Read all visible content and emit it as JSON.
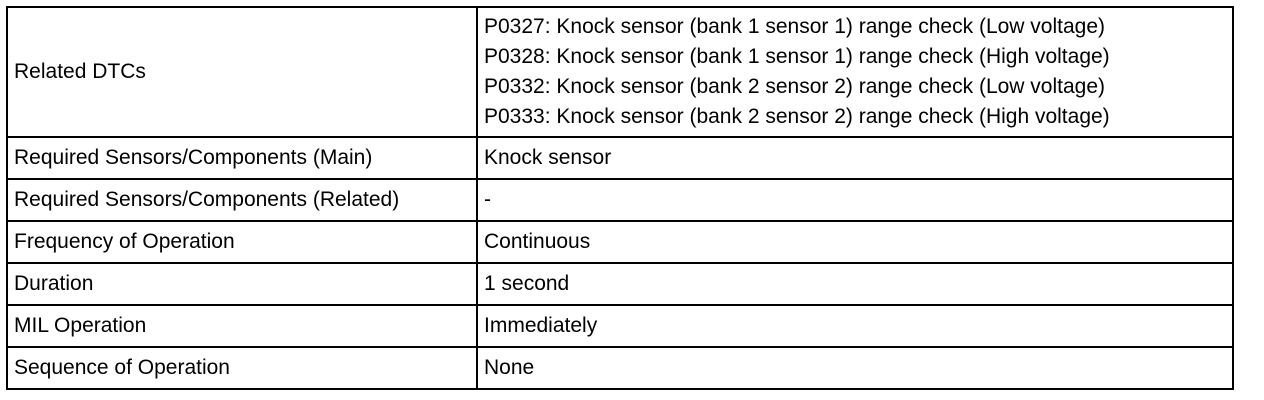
{
  "rows": [
    {
      "label": "Related DTCs",
      "values": [
        "P0327: Knock sensor (bank 1 sensor 1) range check (Low voltage)",
        "P0328: Knock sensor (bank 1 sensor 1) range check (High voltage)",
        "P0332: Knock sensor (bank 2 sensor 2) range check (Low voltage)",
        "P0333: Knock sensor (bank 2 sensor 2) range check (High voltage)"
      ]
    },
    {
      "label": "Required Sensors/Components (Main)",
      "value": "Knock sensor"
    },
    {
      "label": "Required Sensors/Components (Related)",
      "value": "-"
    },
    {
      "label": "Frequency of Operation",
      "value": "Continuous"
    },
    {
      "label": "Duration",
      "value": "1 second"
    },
    {
      "label": "MIL Operation",
      "value": "Immediately"
    },
    {
      "label": "Sequence of Operation",
      "value": "None"
    }
  ]
}
